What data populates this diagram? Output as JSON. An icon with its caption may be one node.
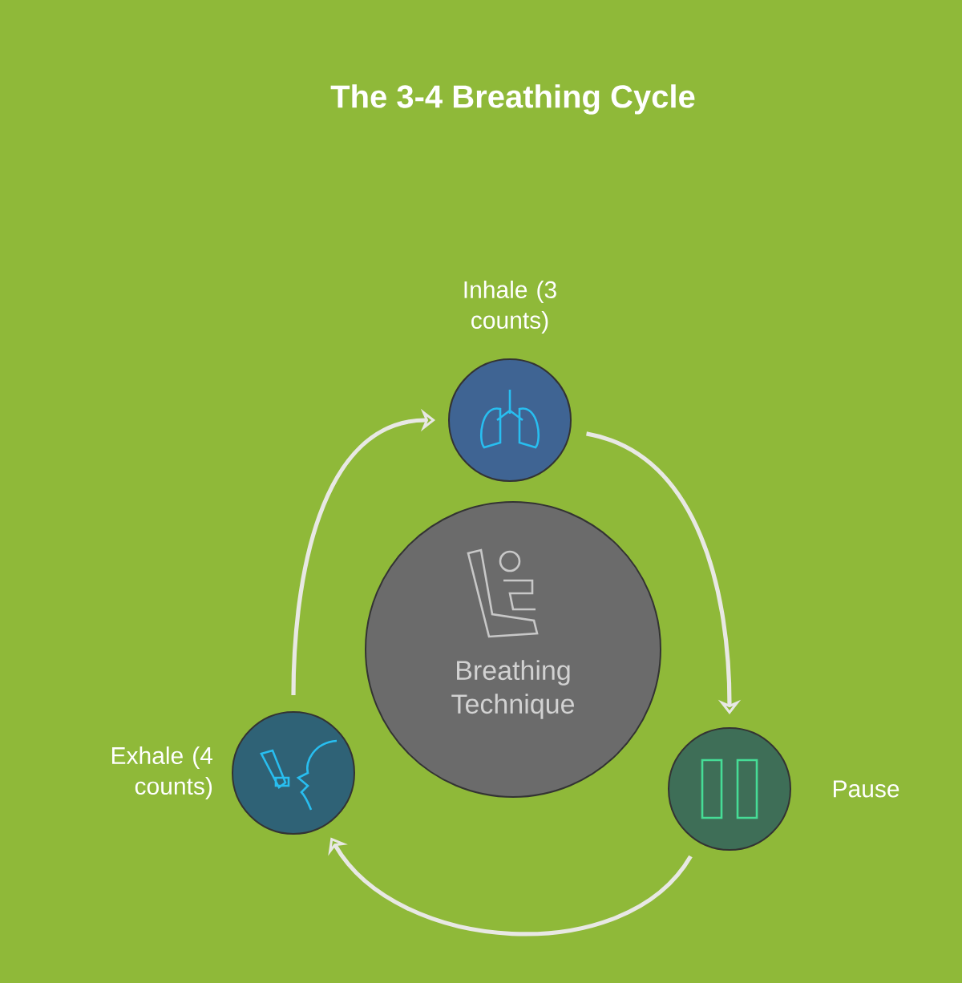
{
  "diagram": {
    "title": "The 3-4 Breathing Cycle",
    "nodes": [
      {
        "text": [
          "Inhale (3 counts)"
        ]
      },
      {
        "text": [
          "Pause"
        ]
      },
      {
        "text": [
          "Exhale (4 counts)"
        ]
      },
      {
        "text": [
          "Breathing Technique"
        ]
      }
    ],
    "edges": [
      {
        "from": 0,
        "to": 1,
        "arrow": "to"
      },
      {
        "from": 1,
        "to": 2,
        "arrow": "to"
      },
      {
        "from": 2,
        "to": 0,
        "arrow": "to"
      }
    ]
  }
}
